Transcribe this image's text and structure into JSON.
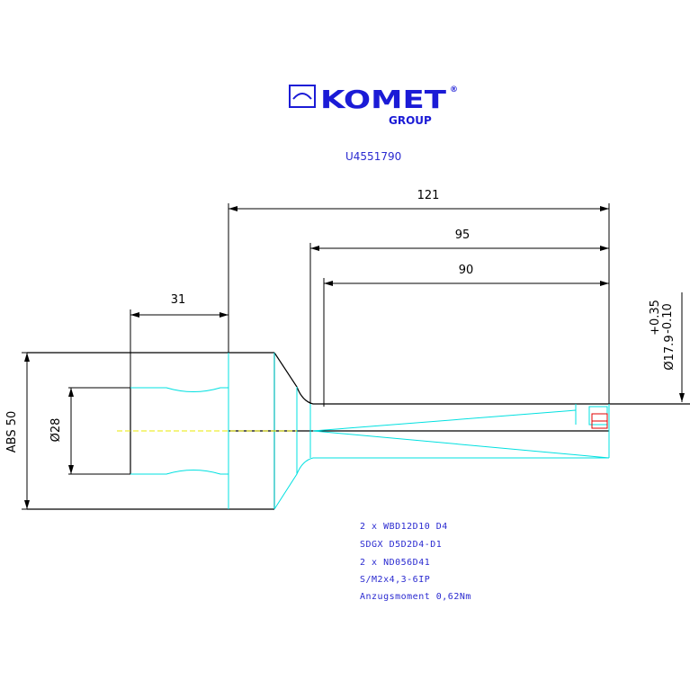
{
  "header": {
    "brand": "KOMET",
    "registered_mark": "®",
    "brand_sub": "GROUP",
    "part_number": "U4551790"
  },
  "dimensions": {
    "overall_length": "121",
    "length_95": "95",
    "length_90": "90",
    "length_31": "31",
    "abs_label": "ABS 50",
    "diameter_28": "Ø28",
    "diameter_nominal": "Ø17.9",
    "tol_upper": "+0.35",
    "tol_lower": "-0.10"
  },
  "notes": [
    "2 x WBD12D10 D4",
    "SDGX D5D2D4-D1",
    "2 x ND056D41",
    "S/M2x4,3-6IP",
    "Anzugsmoment 0,62Nm"
  ],
  "colors": {
    "brand_blue": "#1b1bd6",
    "contour": "#000000",
    "hidden_cyan": "#00e0e0",
    "center_yellow": "#e8e800",
    "insert_red": "#e00000",
    "note_blue": "#2a2ad0"
  }
}
